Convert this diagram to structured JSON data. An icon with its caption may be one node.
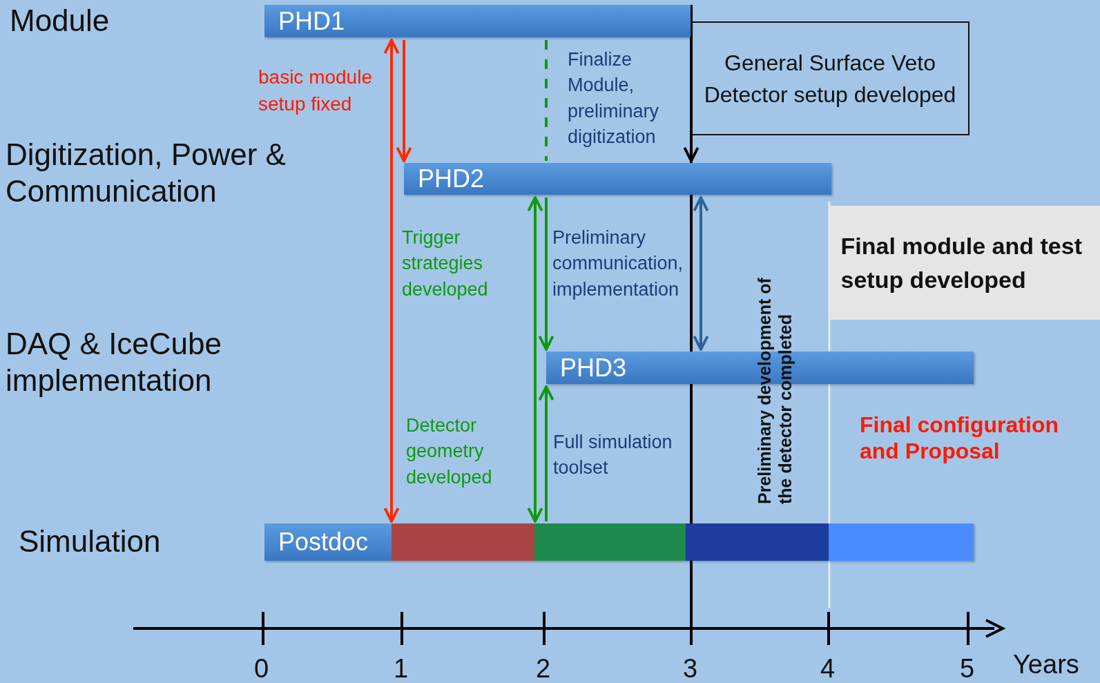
{
  "diagram": {
    "nodes": [
      {
        "text": [
          "PHD1"
        ]
      },
      {
        "text": [
          "PHD2"
        ]
      },
      {
        "text": [
          "PHD3"
        ]
      },
      {
        "text": [
          "Postdoc"
        ]
      },
      {
        "text": [],
        "shape": "bar"
      },
      {
        "text": [],
        "shape": "bar"
      },
      {
        "text": [],
        "shape": "bar"
      },
      {
        "text": [],
        "shape": "bar"
      },
      {
        "text": [
          "General Surface Veto Detector setup developed"
        ]
      },
      {
        "text": [
          "Final module and test setup developed"
        ]
      }
    ],
    "edges": [
      {
        "from": 0,
        "to": 4,
        "arrow": "both",
        "color": "#ff2a00"
      },
      {
        "from": 0,
        "to": 1,
        "arrow": "to",
        "color": "#ff2a00"
      },
      {
        "from": 0,
        "to": 1,
        "arrow": "none",
        "style": "dashed"
      },
      {
        "from": 1,
        "to": 2,
        "arrow": "to"
      },
      {
        "from": 1,
        "to": 5,
        "arrow": "both"
      },
      {
        "from": 5,
        "to": 2,
        "arrow": "to"
      },
      {
        "from": 0,
        "to": 1,
        "arrow": "to",
        "color": "#000000"
      },
      {
        "from": 1,
        "to": 2,
        "arrow": "both",
        "color": "#2e6496"
      }
    ],
    "labels": [
      "Module",
      "basic module setup fixed",
      "Finalize Module, preliminary digitization",
      "Digitization, Power & Communication",
      "Trigger strategies developed",
      "Preliminary communication, implementation",
      "DAQ & IceCube implementation",
      "Preliminary development of the detector completed",
      "Detector geometry developed",
      "Full simulation toolset",
      "Final configuration and Proposal",
      "Simulation",
      "0",
      "1",
      "2",
      "3",
      "4",
      "5",
      "Years"
    ]
  }
}
